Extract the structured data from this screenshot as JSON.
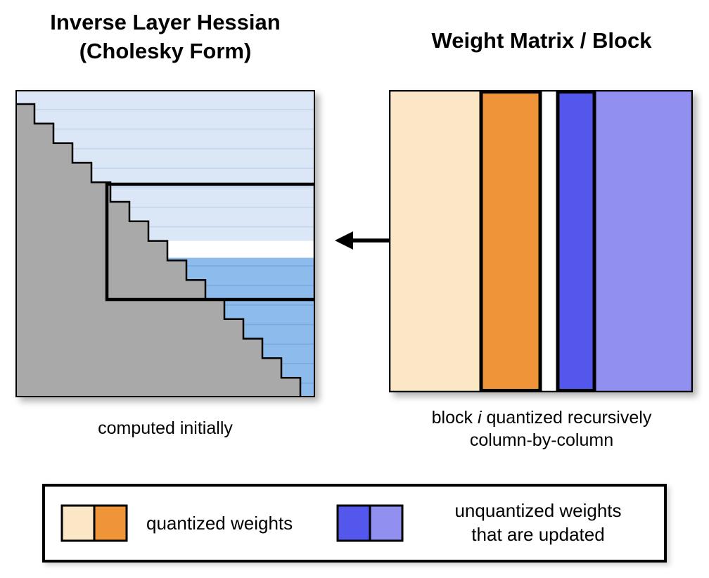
{
  "titles": {
    "left_line1": "Inverse Layer Hessian",
    "left_line2": "(Cholesky Form)",
    "right": "Weight Matrix / Block"
  },
  "captions": {
    "left": "computed initially",
    "right_line1_pre": "block ",
    "right_line1_italic": "i",
    "right_line1_post": " quantized recursively",
    "right_line2": "column-by-column"
  },
  "legend": {
    "quantized_label": "quantized weights",
    "unquantized_label_line1": "unquantized weights",
    "unquantized_label_line2": "that are updated"
  },
  "colors": {
    "light_blue": "#dbe6f6",
    "light_blue_line": "#c4d5ee",
    "medium_blue": "#8dbcec",
    "medium_blue_line": "#76aadf",
    "gray": "#a9a9a9",
    "cream": "#fbe7c6",
    "orange": "#f0943a",
    "dark_blue": "#5457eb",
    "light_purple": "#9190f0",
    "white": "#ffffff",
    "black": "#000000"
  }
}
